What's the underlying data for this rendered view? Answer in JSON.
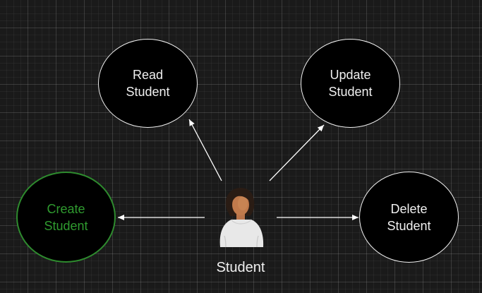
{
  "diagram": {
    "actor": {
      "label": "Student",
      "icon": "person-avatar-icon"
    },
    "nodes": [
      {
        "id": "read",
        "line1": "Read",
        "line2": "Student"
      },
      {
        "id": "update",
        "line1": "Update",
        "line2": "Student"
      },
      {
        "id": "create",
        "line1": "Create",
        "line2": "Student",
        "highlighted": true
      },
      {
        "id": "delete",
        "line1": "Delete",
        "line2": "Student"
      }
    ],
    "edges": [
      {
        "from": "Student",
        "to": "Read Student"
      },
      {
        "from": "Student",
        "to": "Update Student"
      },
      {
        "from": "Student",
        "to": "Create Student"
      },
      {
        "from": "Student",
        "to": "Delete Student"
      }
    ],
    "colors": {
      "background": "#1a1a1a",
      "node_fill": "#000000",
      "node_stroke": "#f0f0f0",
      "highlight_stroke": "#2e8b2e",
      "highlight_text": "#2f9a2f",
      "edge": "#ffffff"
    }
  }
}
